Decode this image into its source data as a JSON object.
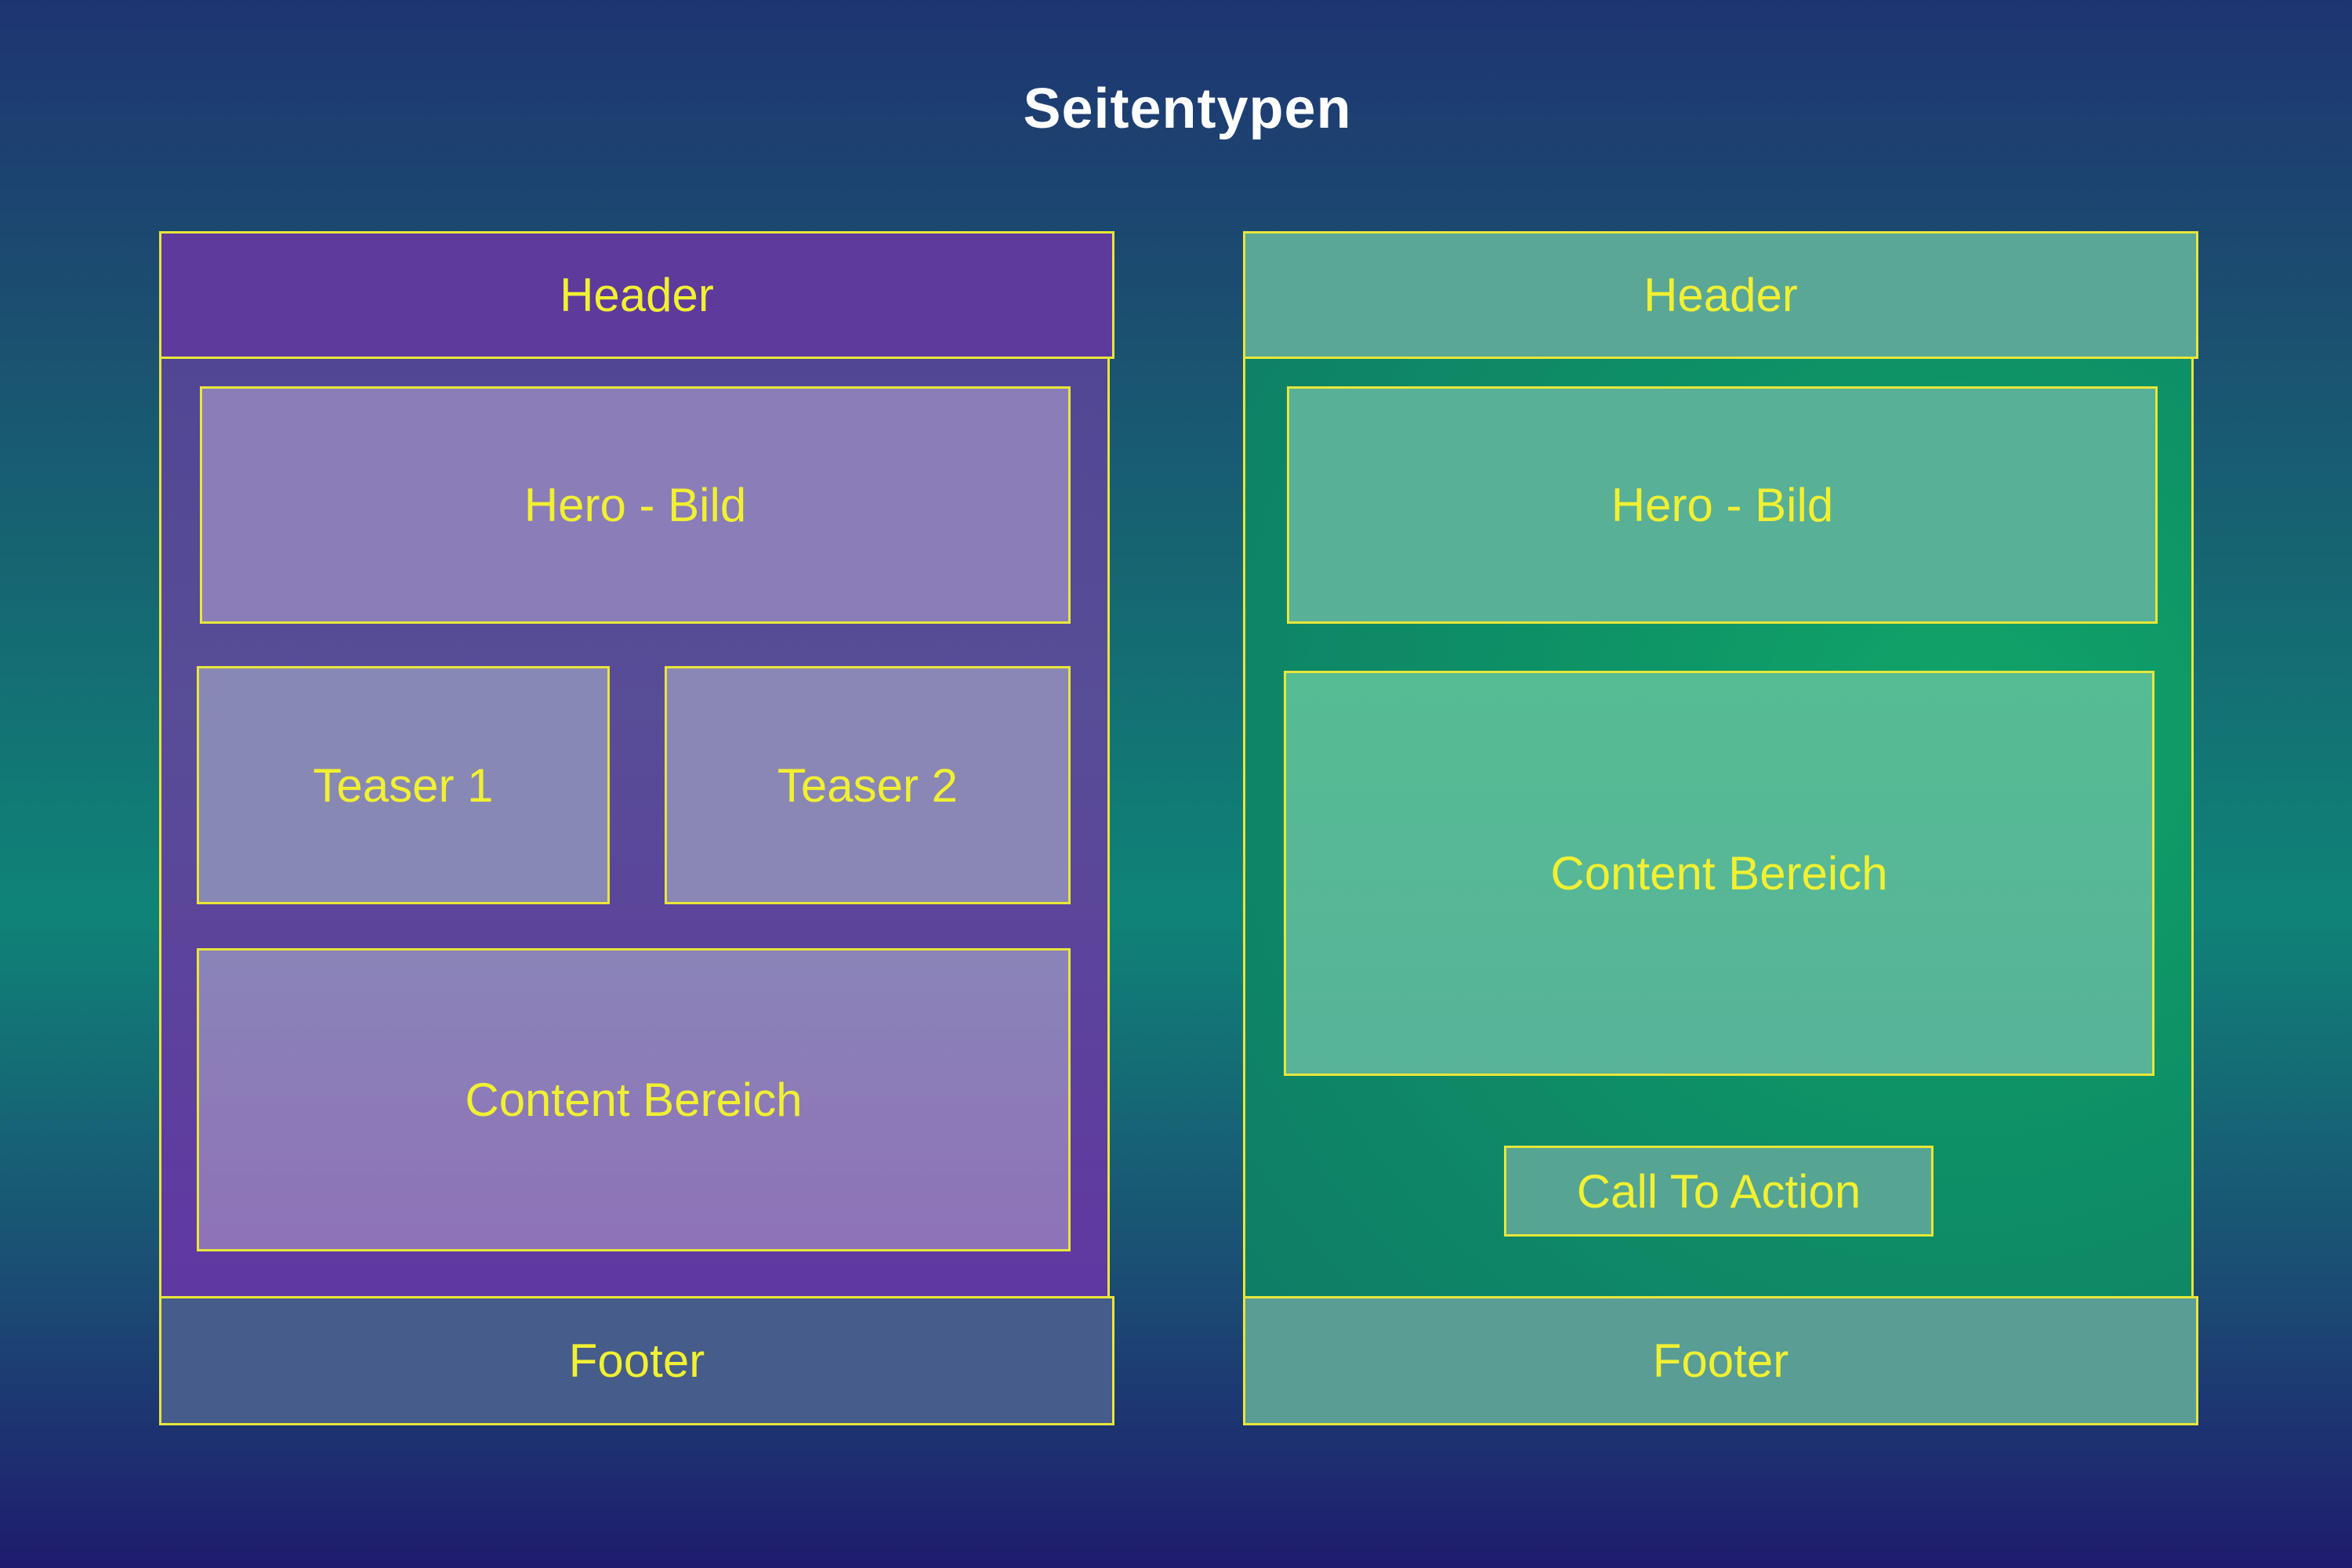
{
  "title": "Seitentypen",
  "left_page": {
    "header": "Header",
    "hero": "Hero - Bild",
    "teaser_1": "Teaser 1",
    "teaser_2": "Teaser 2",
    "content": "Content Bereich",
    "footer": "Footer"
  },
  "right_page": {
    "header": "Header",
    "hero": "Hero - Bild",
    "content": "Content Bereich",
    "cta": "Call To Action",
    "footer": "Footer"
  },
  "colors": {
    "outline": "#e8e63a",
    "label": "#f1f032",
    "left_panel": "#584d97",
    "right_panel": "#0e8f66"
  }
}
